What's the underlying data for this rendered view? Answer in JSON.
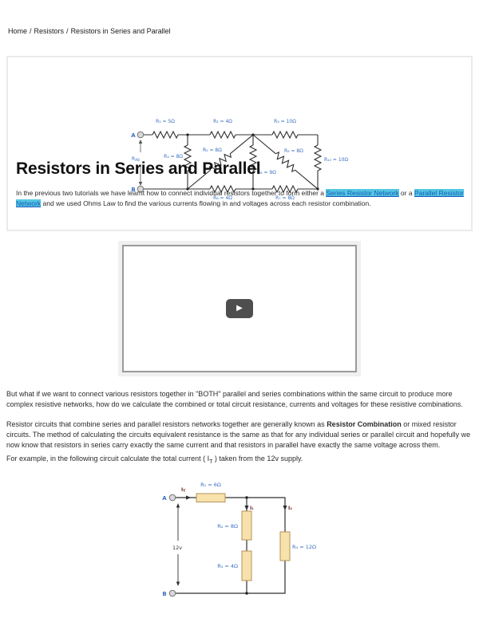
{
  "breadcrumb": {
    "home": "Home",
    "separator": "/",
    "section": "Resistors",
    "current": "Resistors in Series and Parallel"
  },
  "article": {
    "title": "Resistors in Series and Parallel",
    "intro_part1": "In the previous two tutorials we have learnt how to connect individual resistors together to form either a ",
    "intro_link1": "Series Resistor Network",
    "intro_part2": " or a ",
    "intro_link2": "Parallel Resistor Network",
    "intro_part3": " and we used Ohms Law to find the various currents flowing in and voltages across each resistor combination."
  },
  "body": {
    "p1": "But what if we want to connect various resistors together in \"BOTH\" parallel and series combinations within the same circuit to produce more complex resistive networks, how do we calculate the combined or total circuit resistance, currents and voltages for these resistive combinations.",
    "p2_part1": "Resistor circuits that combine series and parallel resistors networks together are generally known as ",
    "p2_bold": "Resistor Combination",
    "p2_part2": " or mixed resistor circuits. The method of calculating the circuits equivalent resistance is the same as that for any individual series or parallel circuit and hopefully we now know that resistors in series carry exactly the same current and that resistors in parallel have exactly the same voltage across them.",
    "p3_part1": "For example, in the following circuit calculate the total current ( I",
    "p3_sub": "T",
    "p3_part2": " ) taken from the 12v supply."
  },
  "video": {
    "play_icon": "▶"
  },
  "circuit_top": {
    "terminal_a": "A",
    "terminal_b": "B",
    "rab_base": "R",
    "rab_sub": "AB",
    "r1": "R₁ = 5Ω",
    "r2": "R₂ = 4Ω",
    "r3": "R₃ = 10Ω",
    "r4": "R₄ = 8Ω",
    "r5": "R₅ = 8Ω",
    "r6": "R₆ = 4Ω",
    "r7": "R₇ = 8Ω",
    "r8": "R₈ = 9Ω",
    "r9": "R₉ = 8Ω",
    "r10": "R₁₀ = 10Ω"
  },
  "circuit_bottom": {
    "terminal_a": "A",
    "terminal_b": "B",
    "supply": "12v",
    "it_base": "I",
    "it_sub": "T",
    "i1": "I₁",
    "i2": "I₂",
    "r1": "R₁ = 6Ω",
    "r2": "R₂ = 8Ω",
    "r3": "R₃ = 4Ω",
    "r4": "R₄ = 12Ω"
  },
  "colors": {
    "label-blue": "#3a6ebf",
    "current-red": "#6b2222",
    "link-blue": "#1859b8",
    "link-highlight": "#55c6e2",
    "resistor-fill": "#f7e2ab",
    "resistor-stroke": "#b3925a",
    "wire": "#2f2f2f"
  }
}
